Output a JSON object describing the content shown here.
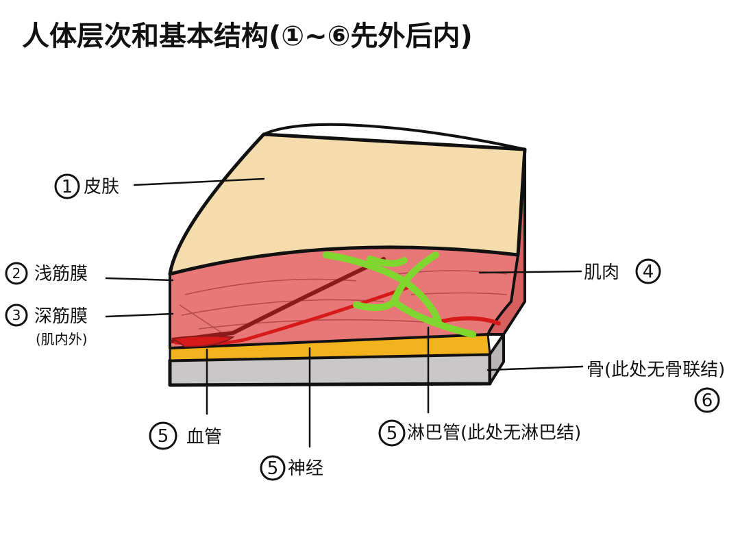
{
  "title": "人体层次和基本结构(①~⑥先外后内)",
  "labels": {
    "skin": {
      "num": "1",
      "text": "皮肤"
    },
    "superficial_fascia": {
      "num": "2",
      "text": "浅筋膜"
    },
    "deep_fascia": {
      "num": "3",
      "text": "深筋膜",
      "note": "(肌内外)"
    },
    "muscle": {
      "num": "4",
      "text": "肌肉"
    },
    "blood_vessel": {
      "num": "5",
      "text": "血管"
    },
    "nerve": {
      "num": "5",
      "text": "神经"
    },
    "lymph": {
      "num": "5",
      "text": "淋巴管(此处无淋巴结)"
    },
    "bone": {
      "num": "6",
      "text": "骨(此处无骨联结)"
    }
  },
  "colors": {
    "skin": "#f4dcac",
    "muscle": "#e87878",
    "muscle_side": "#d65f5f",
    "fat_yellow": "#f2b21e",
    "bone_gray": "#c9c7c8",
    "vessel_red": "#d61a1a",
    "vessel_dark": "#8b1a1a",
    "lymph_green": "#8fe83a",
    "outline": "#111111"
  }
}
